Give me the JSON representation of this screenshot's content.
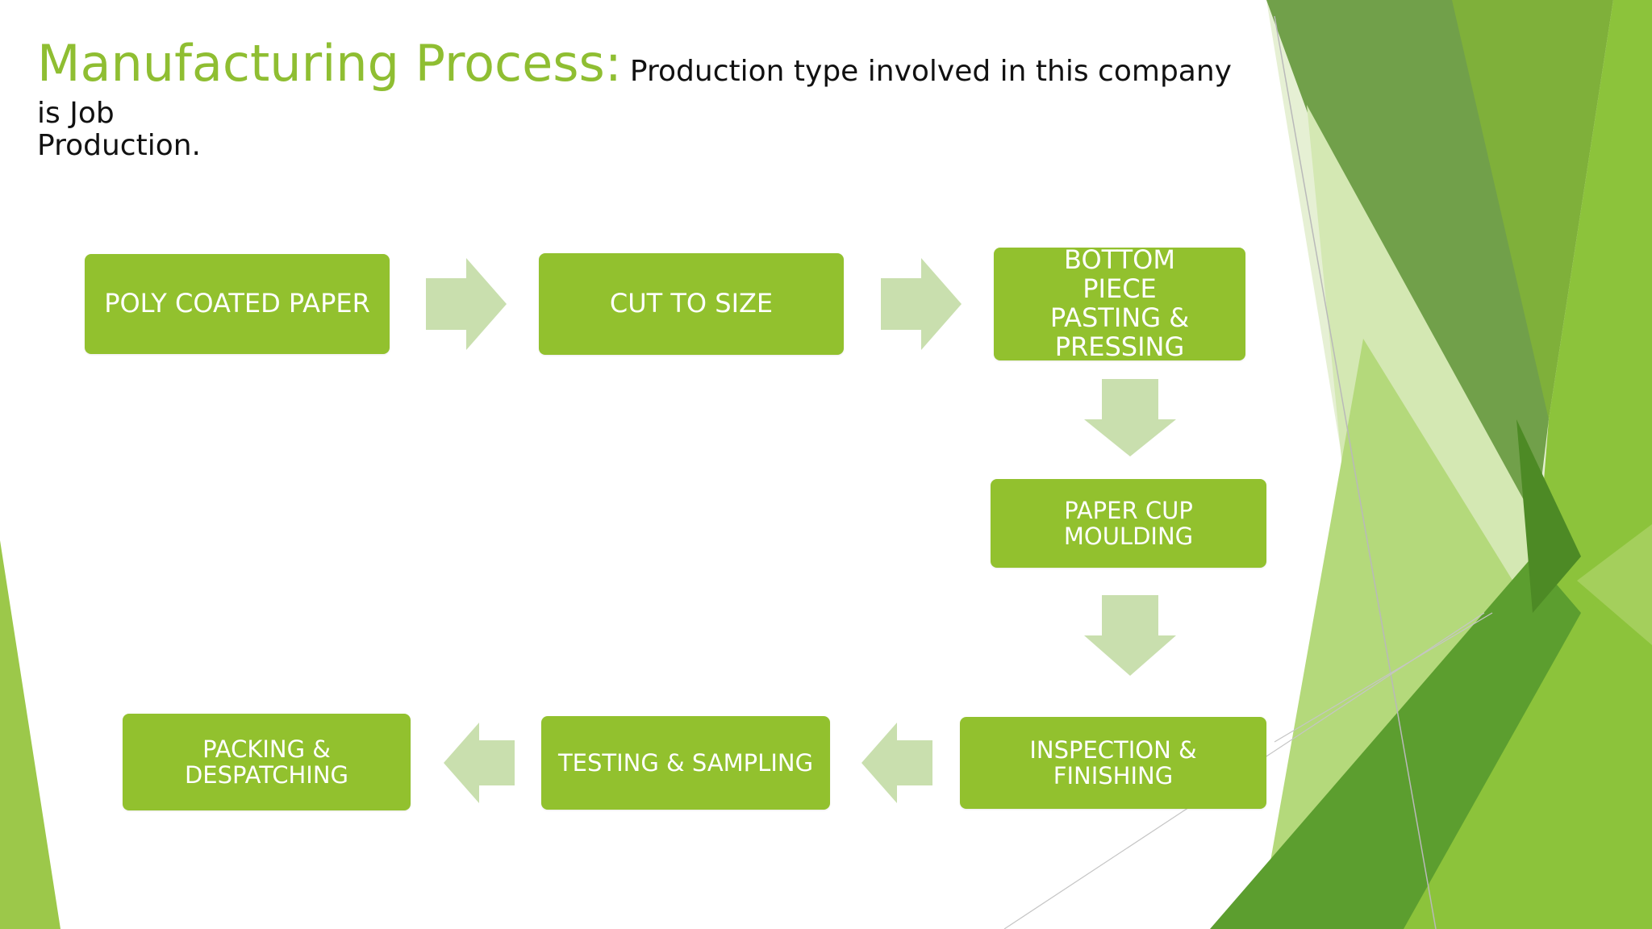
{
  "slide": {
    "title_main": "Manufacturing Process:",
    "title_sub": "Production type involved in this company is Job",
    "title_second_line": "Production."
  },
  "colors": {
    "accent_green": "#8fbe32",
    "box_fill": "#92c12e",
    "arrow_fill": "#c9dfae",
    "box_text": "#ffffff"
  },
  "flow": {
    "steps": [
      {
        "id": "poly-coated-paper",
        "label": "POLY COATED PAPER"
      },
      {
        "id": "cut-to-size",
        "label": "CUT TO SIZE"
      },
      {
        "id": "bottom-piece",
        "label": "BOTTOM PIECE PASTING & PRESSING"
      },
      {
        "id": "paper-cup-moulding",
        "label": "PAPER CUP MOULDING"
      },
      {
        "id": "inspection-finishing",
        "label": "INSPECTION & FINISHING"
      },
      {
        "id": "testing-sampling",
        "label": "TESTING & SAMPLING"
      },
      {
        "id": "packing-despatching",
        "label": "PACKING & DESPATCHING"
      }
    ],
    "connections": [
      {
        "from": "poly-coated-paper",
        "to": "cut-to-size",
        "direction": "right"
      },
      {
        "from": "cut-to-size",
        "to": "bottom-piece",
        "direction": "right"
      },
      {
        "from": "bottom-piece",
        "to": "paper-cup-moulding",
        "direction": "down"
      },
      {
        "from": "paper-cup-moulding",
        "to": "inspection-finishing",
        "direction": "down"
      },
      {
        "from": "inspection-finishing",
        "to": "testing-sampling",
        "direction": "left"
      },
      {
        "from": "testing-sampling",
        "to": "packing-despatching",
        "direction": "left"
      }
    ]
  }
}
